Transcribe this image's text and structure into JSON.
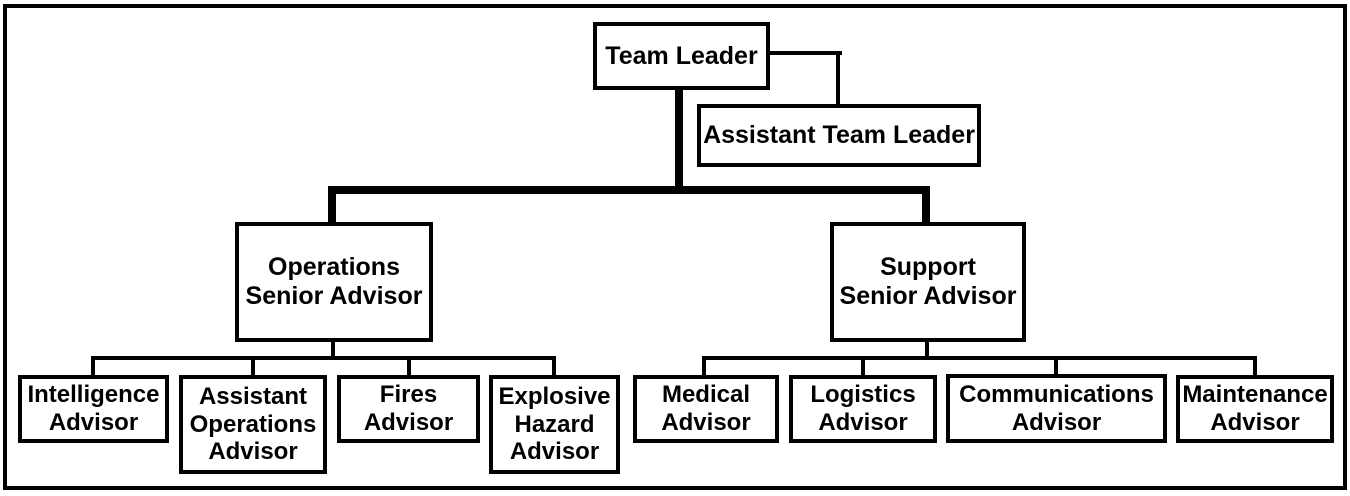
{
  "colors": {
    "line": "#000000",
    "text": "#000000",
    "background": "#ffffff"
  },
  "org_chart": {
    "team_leader": "Team Leader",
    "assistant_team_leader": "Assistant Team Leader",
    "operations_senior_advisor": "Operations\nSenior Advisor",
    "support_senior_advisor": "Support\nSenior Advisor",
    "intelligence_advisor": "Intelligence\nAdvisor",
    "assistant_operations_advisor": "Assistant\nOperations\nAdvisor",
    "fires_advisor": "Fires\nAdvisor",
    "explosive_hazard_advisor": "Explosive\nHazard\nAdvisor",
    "medical_advisor": "Medical\nAdvisor",
    "logistics_advisor": "Logistics\nAdvisor",
    "communications_advisor": "Communications\nAdvisor",
    "maintenance_advisor": "Maintenance\nAdvisor"
  }
}
